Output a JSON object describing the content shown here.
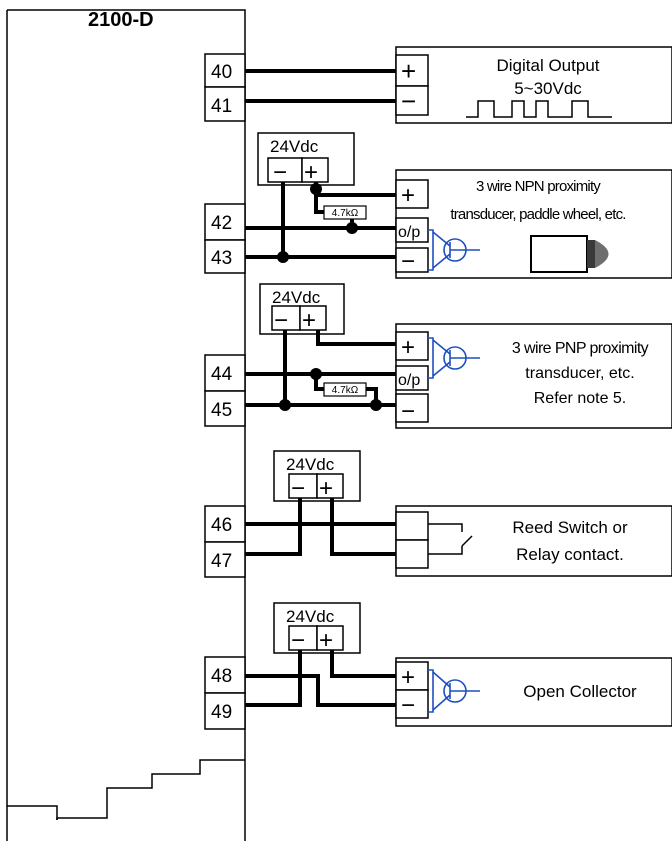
{
  "unit": {
    "title": "2100-D"
  },
  "terminals": [
    "40",
    "41",
    "42",
    "43",
    "44",
    "45",
    "46",
    "47",
    "48",
    "49"
  ],
  "supply_label": "24Vdc",
  "resistor_label": "4.7kΩ",
  "signs": {
    "plus": "+",
    "minus": "−",
    "op": "o/p"
  },
  "devices": {
    "digital_output": {
      "line1": "Digital Output",
      "line2": "5~30Vdc"
    },
    "npn": {
      "line1": "3 wire NPN proximity",
      "line2": "transducer, paddle wheel, etc."
    },
    "pnp": {
      "line1": "3 wire PNP proximity",
      "line2": "transducer, etc.",
      "line3": "Refer note 5."
    },
    "reed": {
      "line1": "Reed Switch or",
      "line2": "Relay contact."
    },
    "open_collector": {
      "line1": "Open Collector"
    }
  },
  "colors": {
    "wire": "#000000",
    "transistor": "#1f4fbf",
    "sensor_tip": "#6e6e6e"
  }
}
